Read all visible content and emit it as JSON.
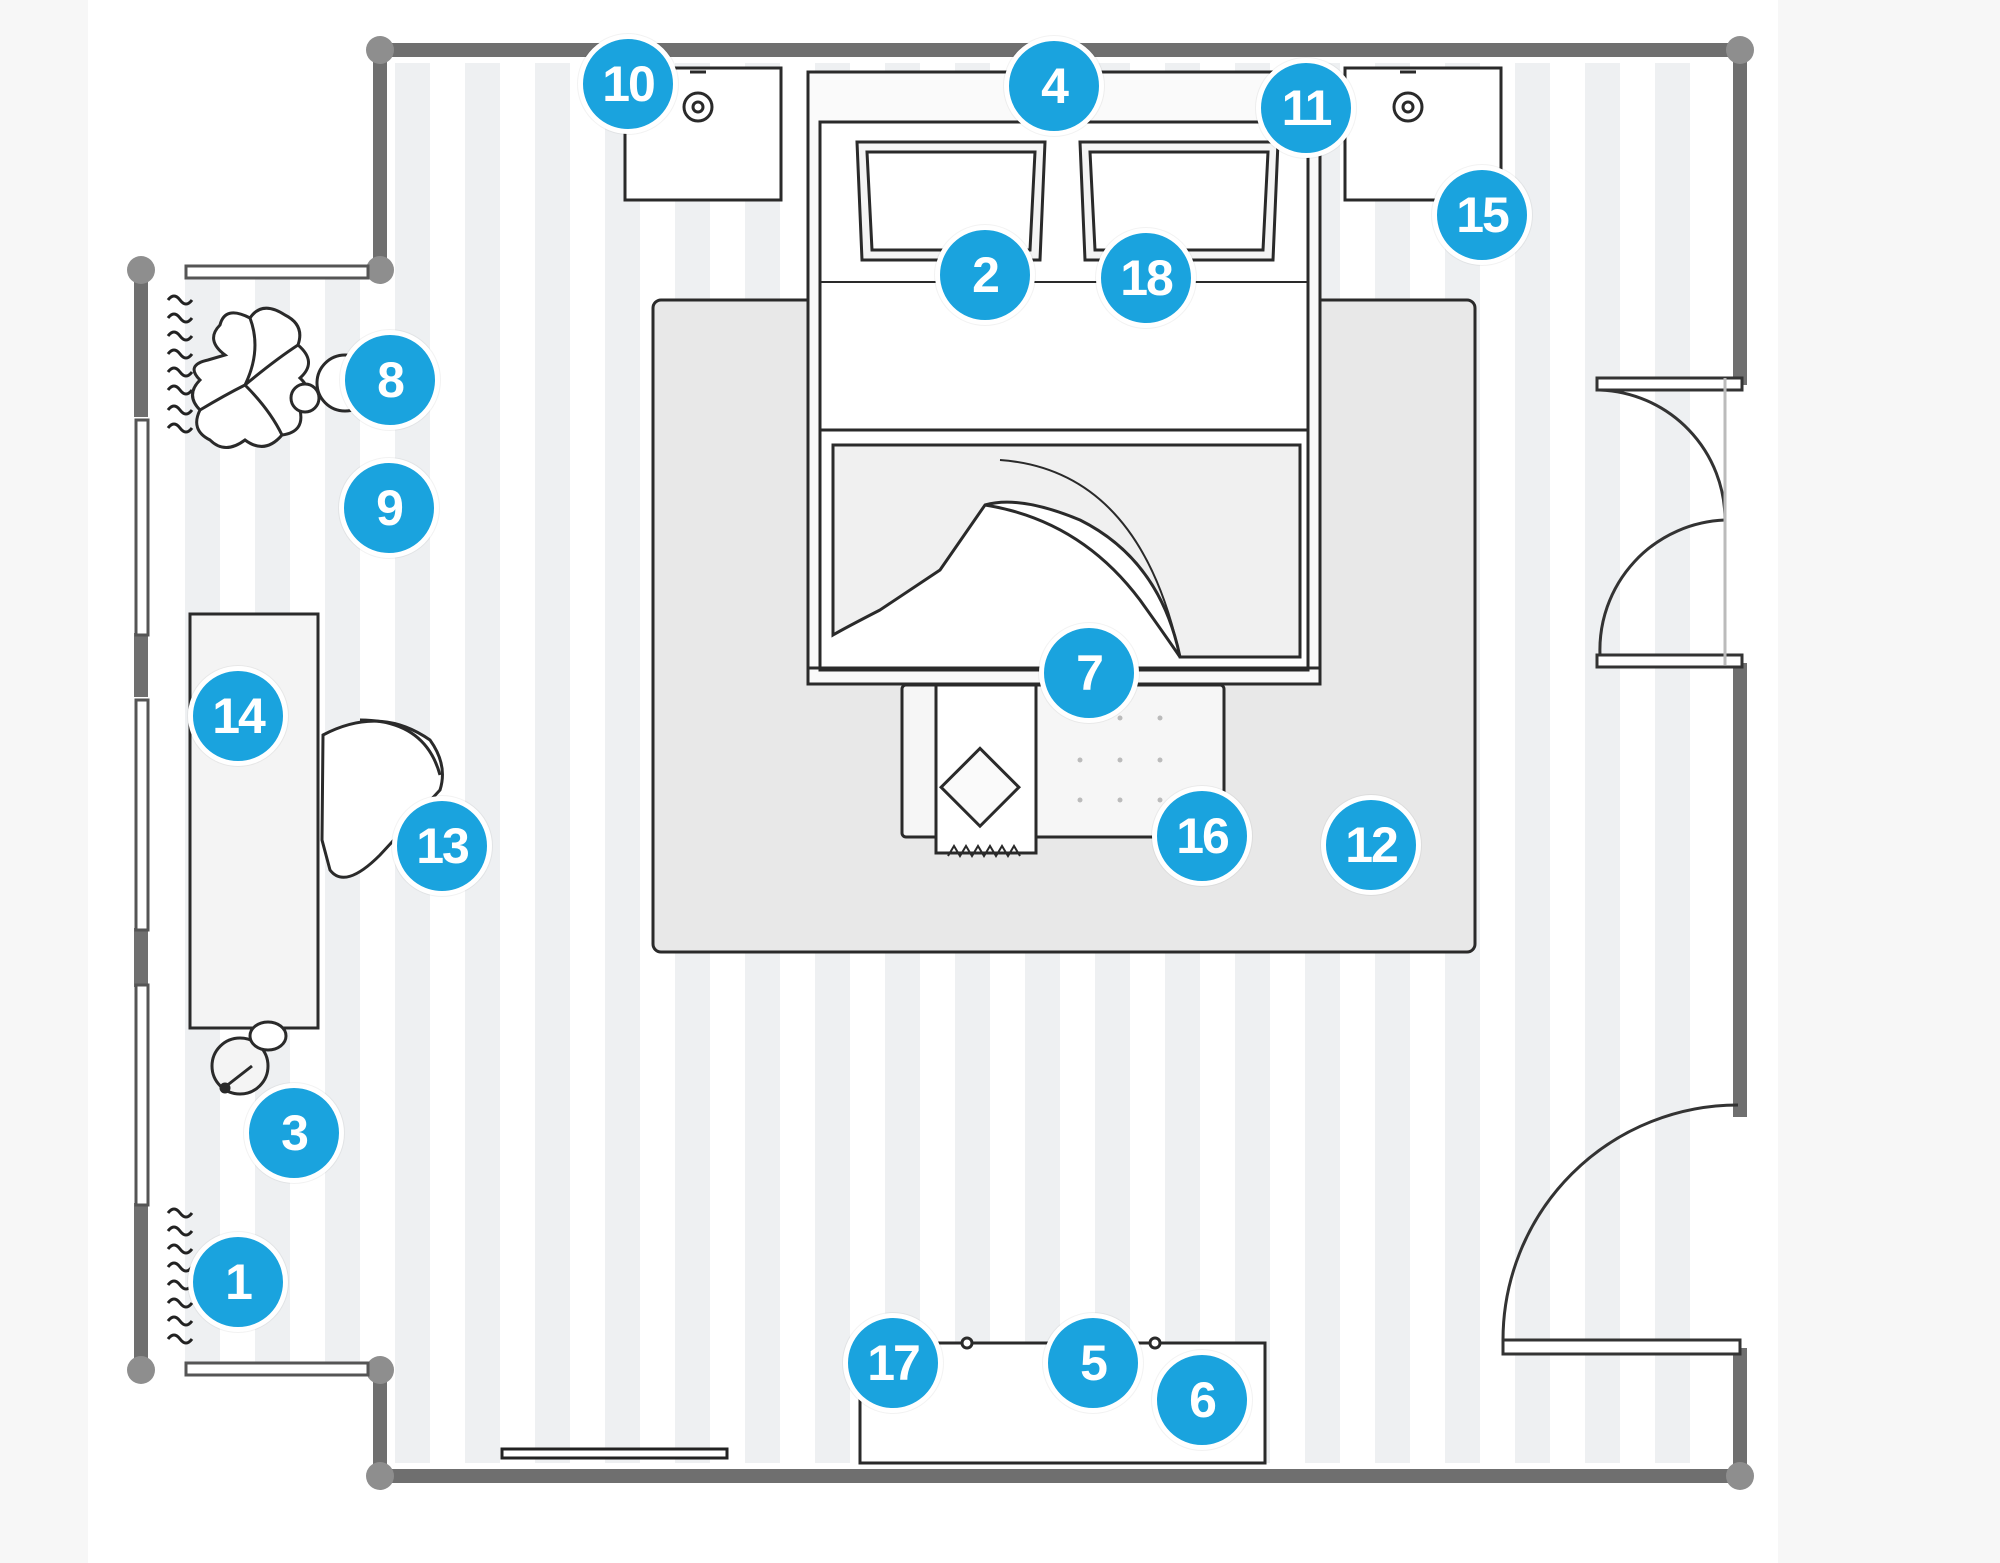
{
  "colors": {
    "background": "#f7f7f7",
    "floor": "#ffffff",
    "floor_stripe": "#eef0f2",
    "wall": "#6f6f6f",
    "wall_joint": "#8e8e8e",
    "rug": "#e8e8e8",
    "outline": "#2a2a2a",
    "marker": "#1aa3de",
    "marker_text": "#ffffff"
  },
  "icons": {
    "plant": "plant-icon",
    "lamp": "table-lamp-icon",
    "floor_lamp": "floor-lamp-icon",
    "curtain": "curtain-icon"
  },
  "markers": [
    {
      "id": "m10",
      "label": "10"
    },
    {
      "id": "m4",
      "label": "4"
    },
    {
      "id": "m11",
      "label": "11"
    },
    {
      "id": "m15",
      "label": "15"
    },
    {
      "id": "m2",
      "label": "2"
    },
    {
      "id": "m18",
      "label": "18"
    },
    {
      "id": "m8",
      "label": "8"
    },
    {
      "id": "m9",
      "label": "9"
    },
    {
      "id": "m7",
      "label": "7"
    },
    {
      "id": "m14",
      "label": "14"
    },
    {
      "id": "m13",
      "label": "13"
    },
    {
      "id": "m16",
      "label": "16"
    },
    {
      "id": "m12",
      "label": "12"
    },
    {
      "id": "m3",
      "label": "3"
    },
    {
      "id": "m1",
      "label": "1"
    },
    {
      "id": "m17",
      "label": "17"
    },
    {
      "id": "m5",
      "label": "5"
    },
    {
      "id": "m6",
      "label": "6"
    }
  ]
}
